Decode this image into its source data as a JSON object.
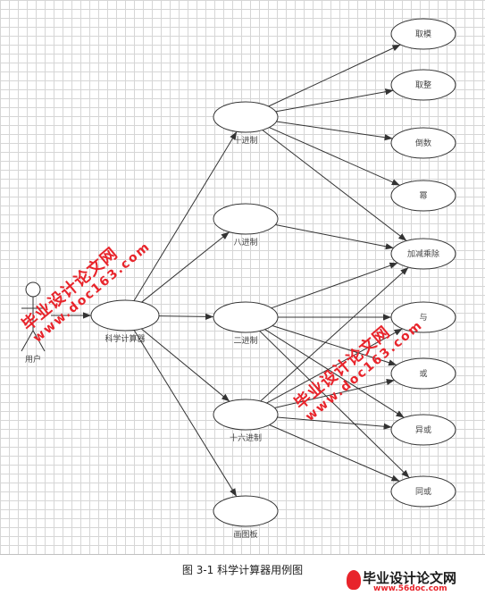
{
  "actor": {
    "label": "用户"
  },
  "nodes": [
    {
      "id": "calculator",
      "label": "科学计算器"
    },
    {
      "id": "decimal",
      "label": "十进制"
    },
    {
      "id": "octal",
      "label": "八进制"
    },
    {
      "id": "binary",
      "label": "二进制"
    },
    {
      "id": "hexadecimal",
      "label": "十六进制"
    },
    {
      "id": "drawing",
      "label": "画图板"
    },
    {
      "id": "modulo",
      "label": "取模"
    },
    {
      "id": "round",
      "label": "取整"
    },
    {
      "id": "reciprocal",
      "label": "倒数"
    },
    {
      "id": "power",
      "label": "幂"
    },
    {
      "id": "arithmetic",
      "label": "加减乘除"
    },
    {
      "id": "and",
      "label": "与"
    },
    {
      "id": "or",
      "label": "或"
    },
    {
      "id": "xor",
      "label": "异或"
    },
    {
      "id": "xnor",
      "label": "同或"
    }
  ],
  "caption": "图 3-1    科学计算器用例图",
  "watermarks": [
    {
      "title": "毕业设计论文网",
      "url": "www.doc163.com"
    },
    {
      "title": "毕业设计论文网",
      "url": "www.doc163.com"
    }
  ],
  "logo": {
    "title": "毕业设计论文网",
    "url": "www.56doc.com"
  }
}
